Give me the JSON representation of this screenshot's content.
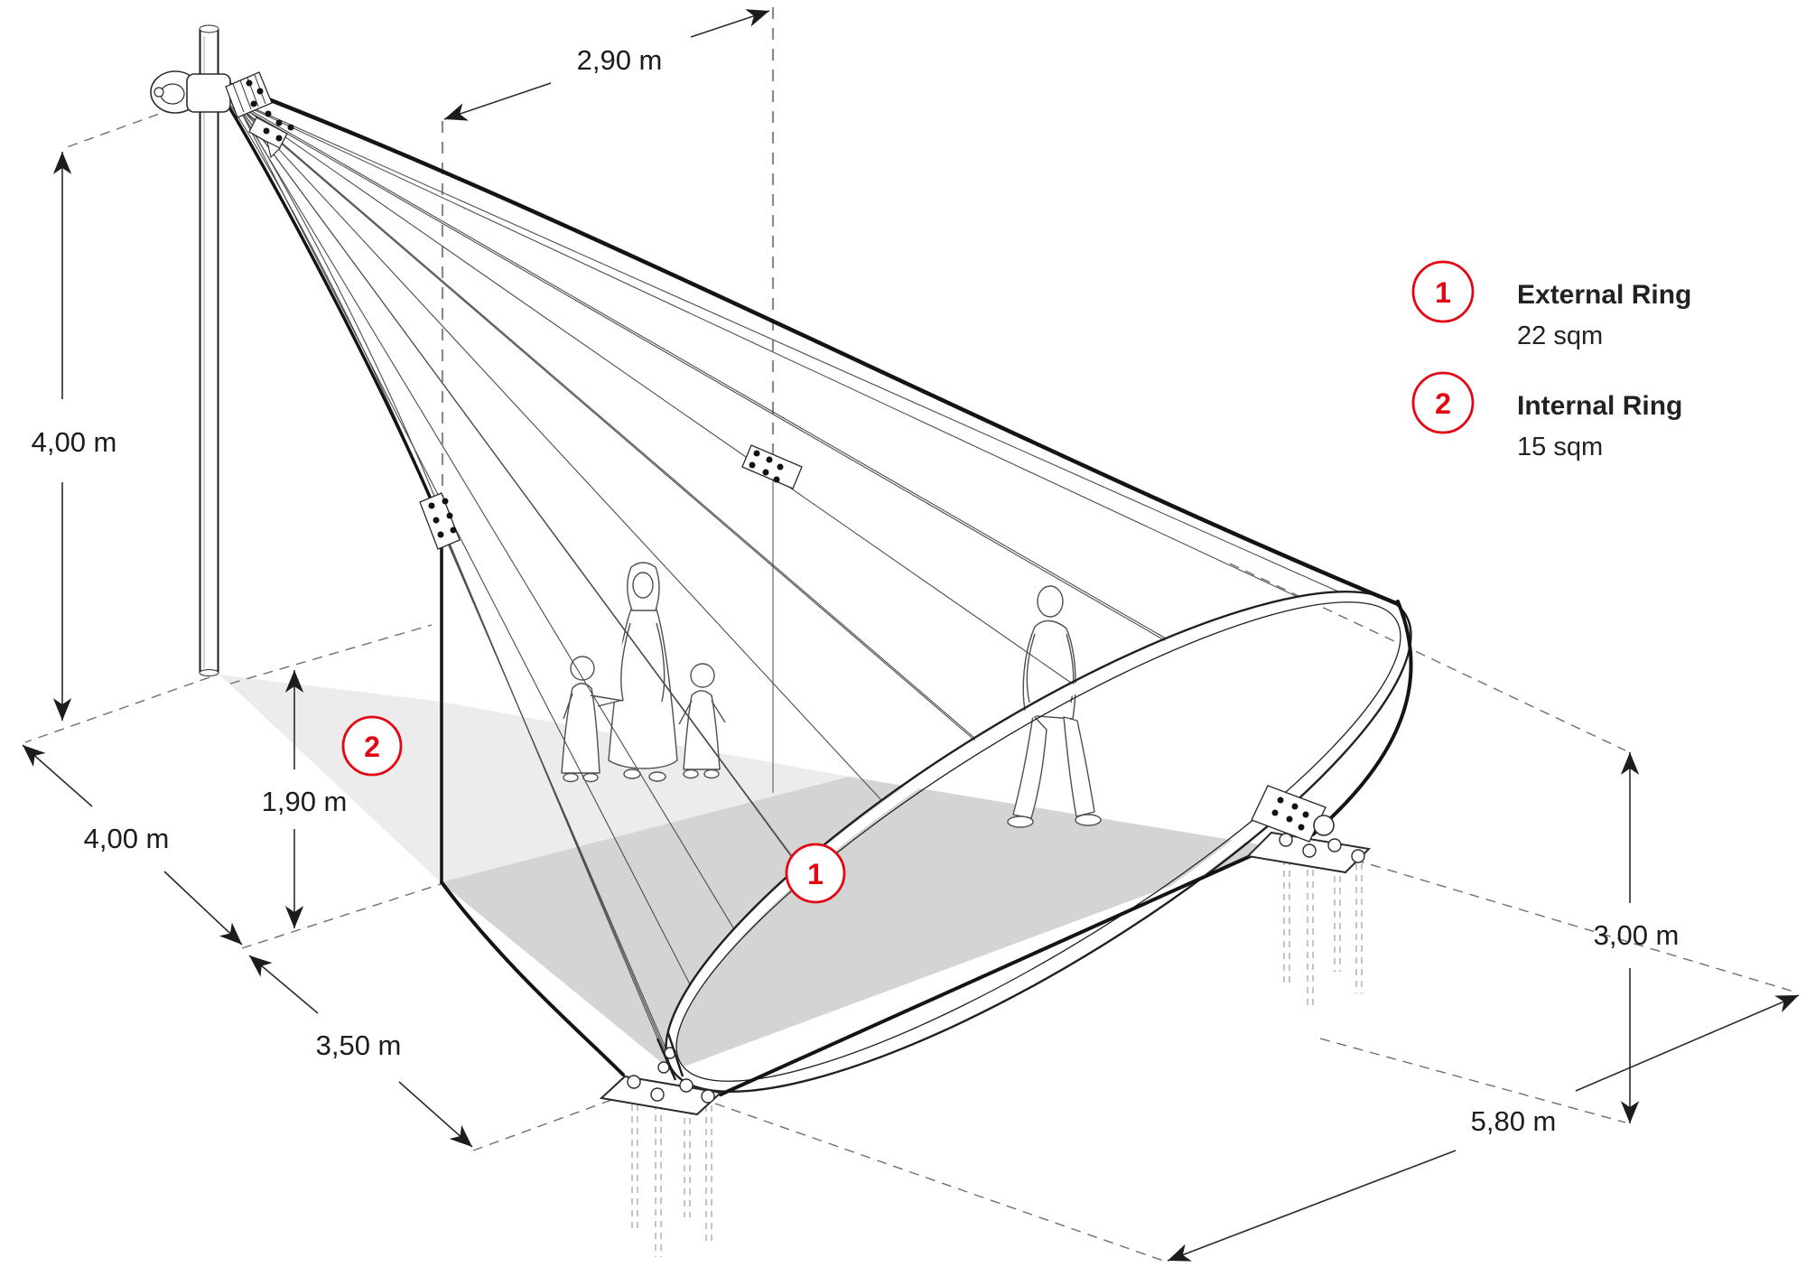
{
  "diagram": {
    "dimensions": {
      "pole_height": "4,00 m",
      "mast_offset": "2,90 m",
      "base_width": "4,00 m",
      "internal_ring_height": "1,90 m",
      "base_depth": "3,50 m",
      "external_ring_height": "3,00 m",
      "anchor_span": "5,80 m"
    },
    "markers": {
      "external_ring": "1",
      "internal_ring": "2"
    },
    "legend": {
      "items": [
        {
          "number": "1",
          "title": "External Ring",
          "area": "22 sqm"
        },
        {
          "number": "2",
          "title": "Internal Ring",
          "area": "15 sqm"
        }
      ]
    },
    "colors": {
      "accent_red": "#e30613",
      "shadow_light": "#ececec",
      "shadow_dark": "#d4d4d4",
      "line_dark": "#1c1c1c"
    }
  }
}
